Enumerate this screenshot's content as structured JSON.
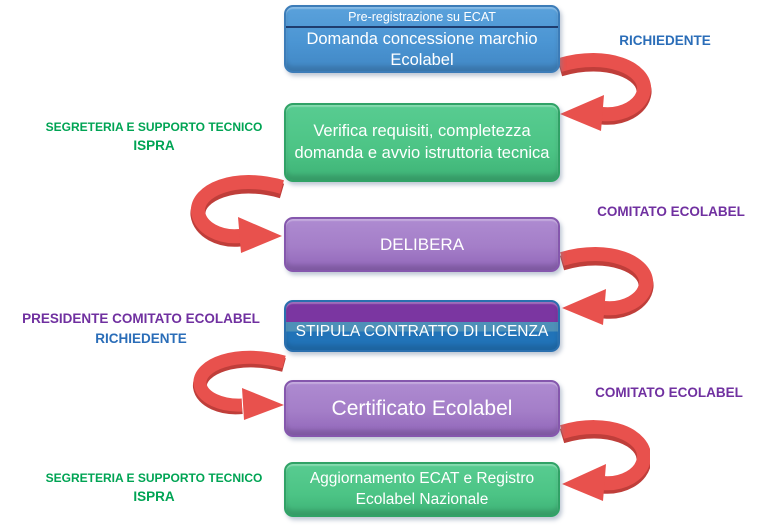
{
  "diagram": {
    "boxes": [
      {
        "header": "Pre-registrazione su ECAT",
        "label": "Domanda concessione marchio Ecolabel"
      },
      {
        "label": "Verifica requisiti, completezza domanda e avvio istruttoria tecnica"
      },
      {
        "label": "DELIBERA"
      },
      {
        "label": "STIPULA CONTRATTO DI LICENZA"
      },
      {
        "label": "Certificato Ecolabel"
      },
      {
        "label": "Aggiornamento ECAT e Registro Ecolabel Nazionale"
      }
    ],
    "actors": [
      {
        "label": "RICHIEDENTE"
      },
      {
        "line1": "SEGRETERIA E SUPPORTO TECNICO",
        "line2": "ISPRA"
      },
      {
        "label": "COMITATO ECOLABEL"
      },
      {
        "line1": "PRESIDENTE COMITATO ECOLABEL",
        "line2": "RICHIEDENTE"
      },
      {
        "label": "COMITATO ECOLABEL"
      },
      {
        "line1": "SEGRETERIA E SUPPORTO TECNICO",
        "line2": "ISPRA"
      }
    ],
    "colors": {
      "box_blue": "#4b95d3",
      "box_green": "#4cc485",
      "box_purple": "#a47ec8",
      "box_split_purple": "#7b36a1",
      "box_split_blue": "#2173b8",
      "arrow_red": "#e8514d",
      "label_blue": "#2a6db8",
      "label_green": "#00a454",
      "label_purple": "#7030a0"
    }
  }
}
